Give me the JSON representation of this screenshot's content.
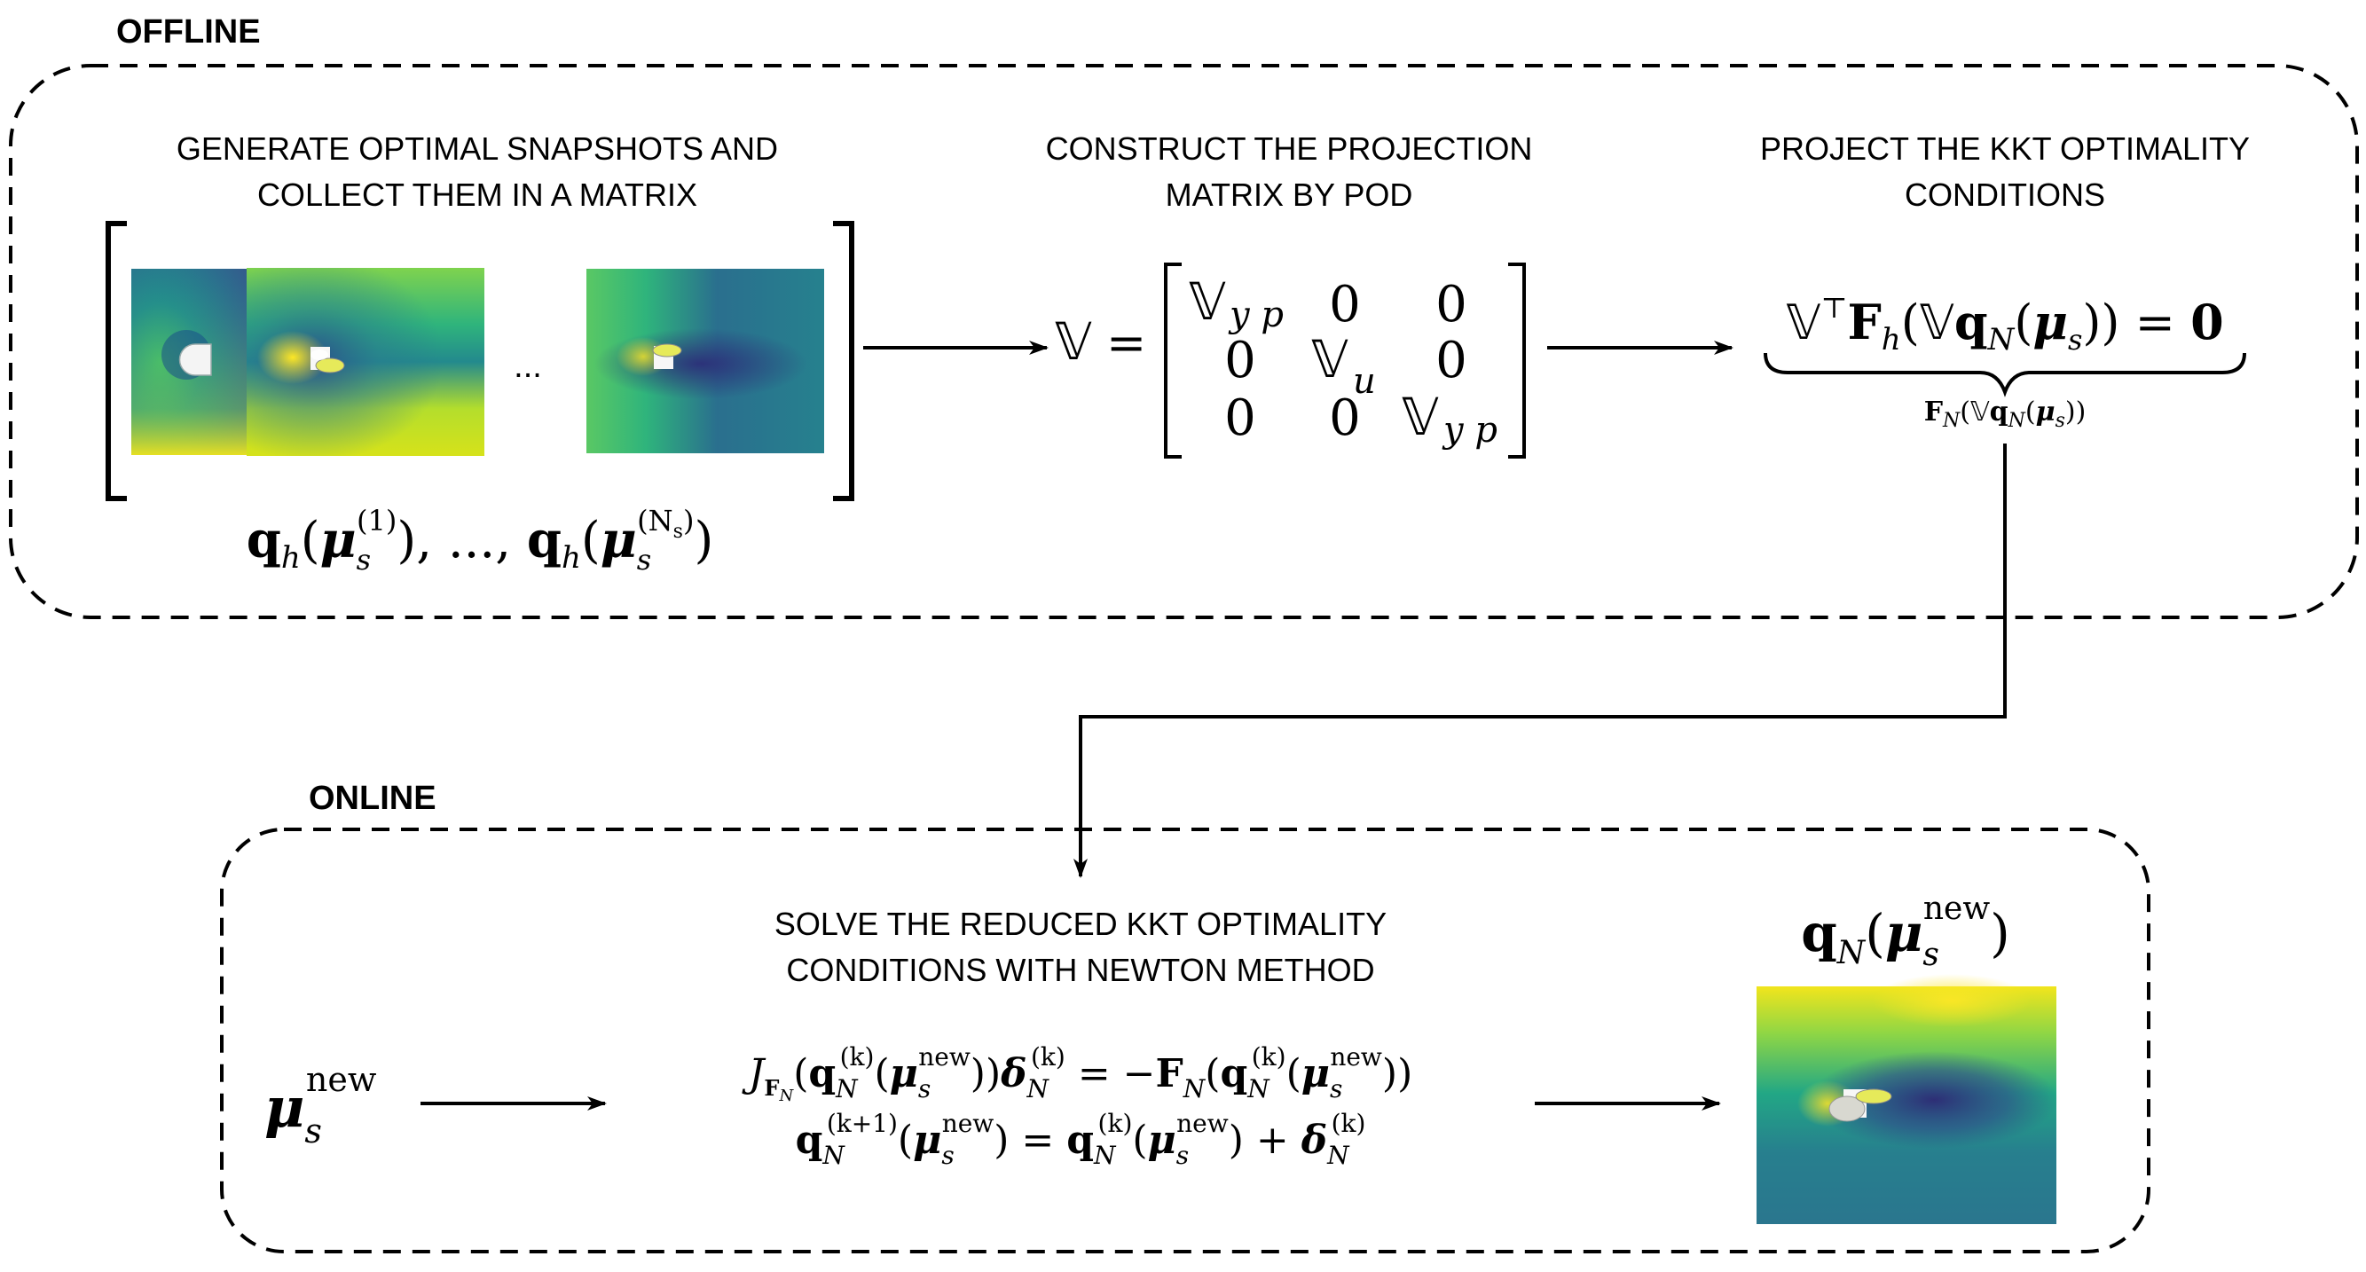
{
  "offline": {
    "label": "OFFLINE",
    "step1": {
      "line1": "GENERATE OPTIMAL SNAPSHOTS AND",
      "line2": "COLLECT THEM IN A MATRIX",
      "ellipsis": "...",
      "formula": "q_h(μ_s^(1)), ..., q_h(μ_s^(N_s))"
    },
    "step2": {
      "line1": "CONSTRUCT THE PROJECTION",
      "line2": "MATRIX BY POD",
      "formula": "V = [V_yp 0 0; 0 V_u 0; 0 0 V_yp]"
    },
    "step3": {
      "line1": "PROJECT THE KKT OPTIMALITY",
      "line2": "CONDITIONS",
      "formula": "V^T F_h(V q_N(μ_s)) = 0",
      "underbrace": "F_N(V q_N(μ_s))"
    }
  },
  "online": {
    "label": "ONLINE",
    "solve": {
      "line1": "SOLVE THE REDUCED KKT OPTIMALITY",
      "line2": "CONDITIONS WITH NEWTON METHOD"
    },
    "input": "μ_s^new",
    "eq1": "J_{F_N}(q_N^(k)(μ_s^new)) δ_N^(k) = −F_N(q_N^(k)(μ_s^new))",
    "eq2": "q_N^(k+1)(μ_s^new) = q_N^(k)(μ_s^new) + δ_N^(k)",
    "output": "q_N(μ_s^new)"
  },
  "colors": {
    "field_light": "#e8e41f",
    "field_mid": "#2a9a85",
    "field_dark": "#2f2a78",
    "line": "#000000"
  }
}
